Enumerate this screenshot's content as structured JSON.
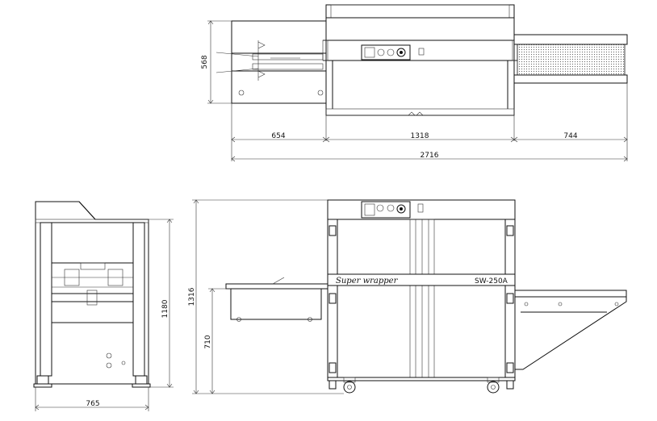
{
  "top_view": {
    "dims": {
      "height": "568",
      "infeed": "654",
      "body": "1318",
      "outfeed": "744",
      "total": "2716"
    }
  },
  "end_view": {
    "dims": {
      "height": "1180",
      "width": "765"
    }
  },
  "side_view": {
    "dims": {
      "overall_height": "1316",
      "table_height": "710"
    },
    "label_brand": "Super wrapper",
    "label_model": "SW-250A"
  }
}
